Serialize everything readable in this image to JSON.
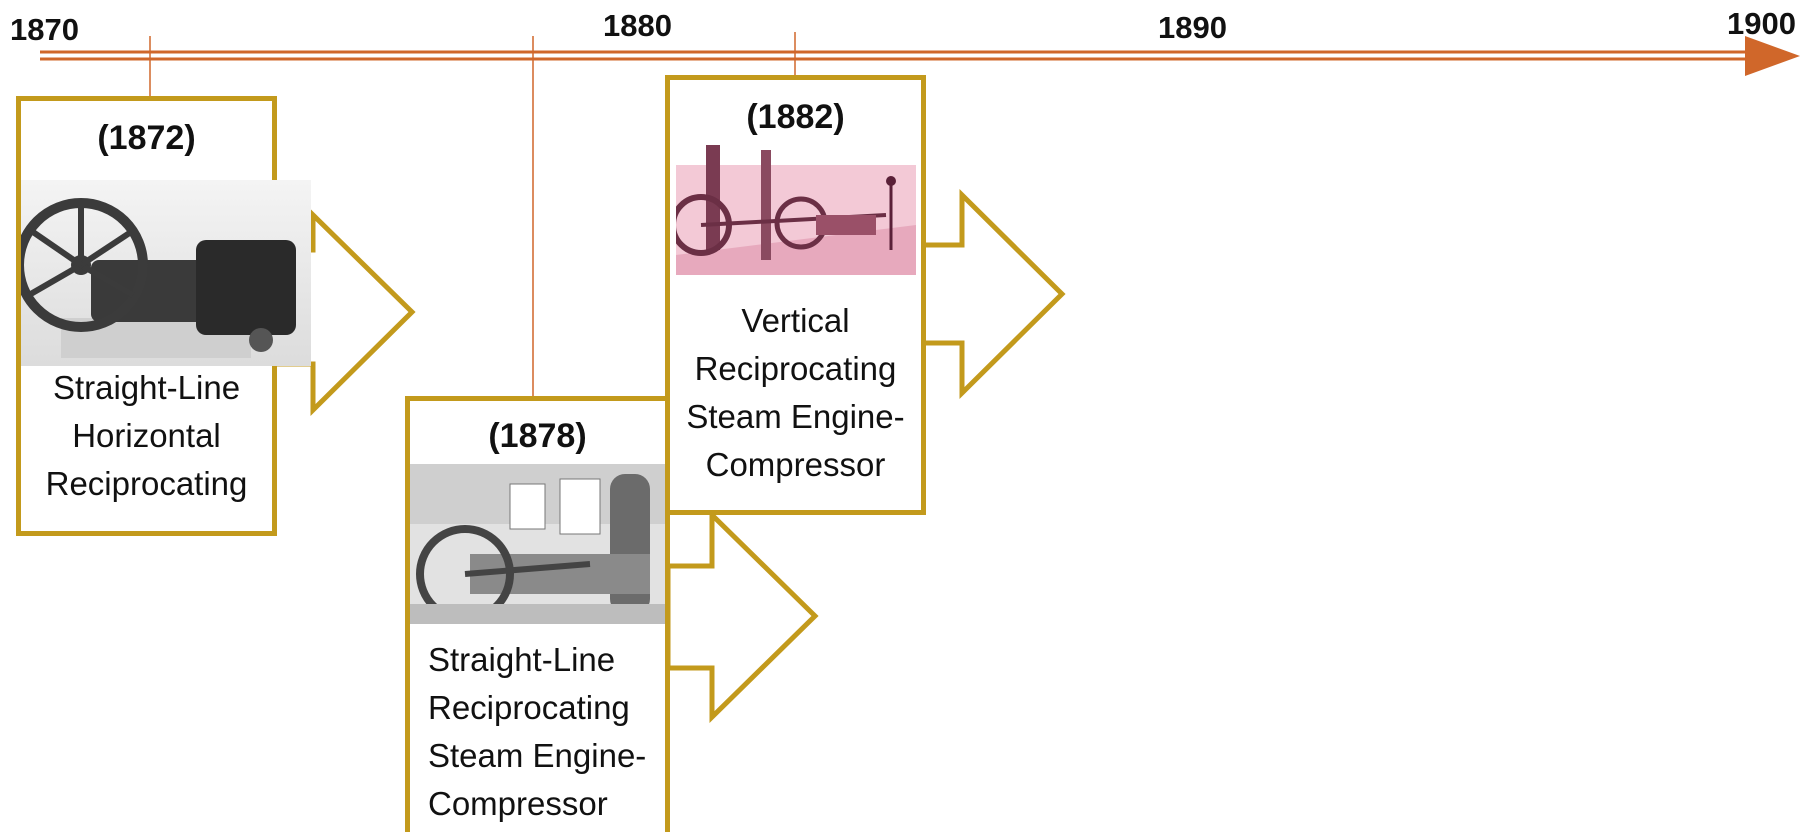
{
  "timeline": {
    "axis_color": "#d0672a",
    "accent_color": "#c39a1c",
    "labels": [
      "1870",
      "1880",
      "1890",
      "1900"
    ]
  },
  "events": [
    {
      "year": "(1872)",
      "lines": [
        "Straight-Line",
        "Horizontal",
        "Reciprocating"
      ]
    },
    {
      "year": "(1878)",
      "lines": [
        "Straight-Line",
        "Reciprocating",
        "Steam Engine-",
        "Compressor"
      ]
    },
    {
      "year": "(1882)",
      "lines": [
        "Vertical",
        "Reciprocating",
        "Steam Engine-",
        "Compressor"
      ]
    }
  ]
}
